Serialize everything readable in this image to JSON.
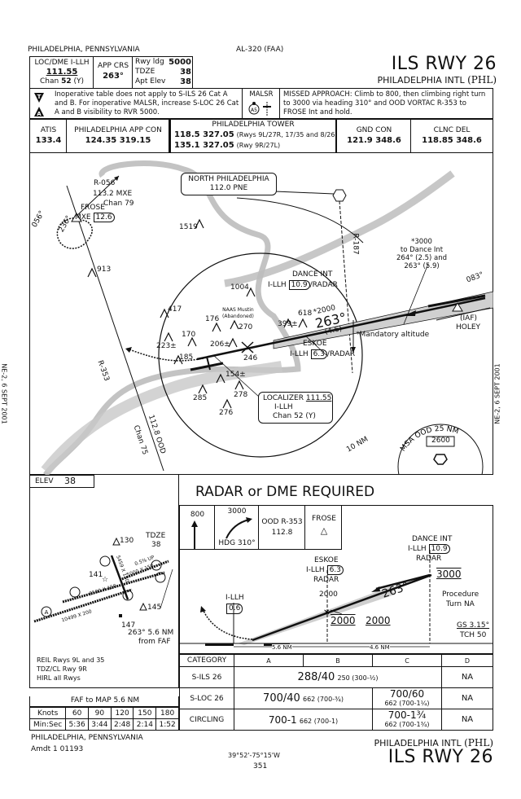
{
  "header": {
    "location": "PHILADELPHIA, PENNSYLVANIA",
    "chart_id": "AL-320 (FAA)",
    "procedure_title": "ILS RWY 26",
    "airport_name": "PHILADELPHIA INTL",
    "airport_id": "(PHL)"
  },
  "briefing": {
    "loc_label": "LOC/DME I-LLH",
    "loc_freq": "111.55",
    "loc_chan_prefix": "Chan",
    "loc_chan": "52",
    "loc_chan_suffix": "(Y)",
    "app_crs_label": "APP CRS",
    "app_crs": "263°",
    "rwy_ldg_label": "Rwy ldg",
    "rwy_ldg": "5000",
    "tdze_label": "TDZE",
    "tdze": "38",
    "apt_elev_label": "Apt Elev",
    "apt_elev": "38",
    "notes": "Inoperative table does not apply to S-ILS 26 Cat A and B.  For inoperative MALSR, increase S-LOC 26 Cat A and B visibility to RVR 5000.",
    "lighting_label": "MALSR",
    "missed_approach": "MISSED APPROACH:  Climb to 800, then climbing right turn to 3000 via heading 310° and OOD VORTAC R-353 to FROSE Int and hold."
  },
  "comms": [
    {
      "label": "ATIS",
      "freqs": "133.4"
    },
    {
      "label": "PHILADELPHIA APP CON",
      "freqs": "124.35  319.15"
    },
    {
      "label": "PHILADELPHIA TOWER",
      "line1": "118.5  327.05",
      "line1_note": "(Rwys 9L/27R, 17/35 and 8/26)",
      "line2": "135.1  327.05",
      "line2_note": "(Rwy 9R/27L)"
    },
    {
      "label": "GND CON",
      "freqs": "121.9  348.6"
    },
    {
      "label": "CLNC DEL",
      "freqs": "118.85  348.6"
    }
  ],
  "plan": {
    "mxe_vor": "113.2 MXE",
    "mxe_chan": "Chan 79",
    "r056": "R-056",
    "hold_inbound": "056°",
    "hold_outbound": "236°",
    "frose": "FROSE",
    "frose_mxe": "MXE",
    "frose_dme": "12.6",
    "pne_name": "NORTH PHILADELPHIA",
    "pne_freq": "112.0 PNE",
    "r187": "R-187",
    "r353": "R-353",
    "ood_vor": "112.8 OOD",
    "ood_chan": "Chan 75",
    "transition_note_1": "*3000",
    "transition_note_2": "to Dance Int",
    "transition_note_3": "264° (2.5) and",
    "transition_note_4": "263° (5.9)",
    "holey_crs": "083°",
    "holey_iaf": "(IAF)",
    "holey": "HOLEY",
    "dance_int": "DANCE INT",
    "dance_ident": "I-LLH",
    "dance_dme": "10.9",
    "dance_radar": "/RADAR",
    "alt_2000": "*2000",
    "crs_263": "263°",
    "dist_46": "(4.6)",
    "mandatory": "*Mandatory altitude",
    "eskoe": "ESKOE",
    "eskoe_ident": "I-LLH",
    "eskoe_dme": "6.3",
    "eskoe_radar": "/RADAR",
    "naas_1": "NAAS Mustin",
    "naas_2": "(Abandoned)",
    "loc_box_label": "LOCALIZER",
    "loc_box_freq": "111.55",
    "loc_box_ident": "I-LLH",
    "loc_box_chan": "Chan 52 (Y)",
    "ring_label": "10 NM",
    "msa_label": "MSA OOD 25 NM",
    "msa_alt": "2600",
    "left_margin": "NE-2, 6 SEPT 2001",
    "right_margin": "NE-2, 6 SEPT 2001",
    "obstacles": [
      {
        "label": "1519"
      },
      {
        "label": "913"
      },
      {
        "label": "1004"
      },
      {
        "label": "417"
      },
      {
        "label": "176"
      },
      {
        "label": "270"
      },
      {
        "label": "170"
      },
      {
        "label": "223±"
      },
      {
        "label": "206±"
      },
      {
        "label": "399±"
      },
      {
        "label": "618"
      },
      {
        "label": "246"
      },
      {
        "label": "185"
      },
      {
        "label": "154±"
      },
      {
        "label": "285"
      },
      {
        "label": "278"
      },
      {
        "label": "276"
      }
    ]
  },
  "airport": {
    "elev_label": "ELEV",
    "elev": "38",
    "tdze_label": "TDZE",
    "tdze": "38",
    "obst_130": "130",
    "obst_141": "141",
    "obst_145": "145",
    "obst_147": "147",
    "rwy_9r27l": "10499 X 200",
    "rwy_9l27r": "9500 X 150",
    "rwy_826": "5000 X 150",
    "rwy_1735": "5459 X 150",
    "slope": "0.5% UP",
    "rwy_ends": [
      "9L",
      "9R",
      "17",
      "35",
      "27L",
      "27R",
      "26",
      "8"
    ],
    "faf_note_1": "263° 5.6 NM",
    "faf_note_2": "from FAF",
    "notes": [
      "REIL Rwys 9L and 35",
      "TDZ/CL Rwy 9R",
      "HIRL all Rwys"
    ],
    "faf_map_title": "FAF to MAP  5.6 NM",
    "timing_headers": [
      "Knots",
      "60",
      "90",
      "120",
      "150",
      "180"
    ],
    "timing_values": [
      "Min:Sec",
      "5:36",
      "3:44",
      "2:48",
      "2:14",
      "1:52"
    ]
  },
  "profile": {
    "banner": "RADAR or DME REQUIRED",
    "ma_climb": "800",
    "ma_turn_alt": "3000",
    "ma_hdg": "HDG 310°",
    "ma_fix_1": "OOD R-353",
    "ma_fix_2": "112.8",
    "ma_hold": "FROSE",
    "dance_int": "DANCE INT",
    "dance_ident": "I-LLH",
    "dance_dme": "10.9",
    "dance_radar": "RADAR",
    "dance_alt": "3000",
    "eskoe": "ESKOE",
    "eskoe_ident": "I-LLH",
    "eskoe_dme": "6.3",
    "eskoe_radar": "RADAR",
    "eskoe_gs_alt": "2000",
    "eskoe_alt_a": "2000",
    "eskoe_alt_b": "2000",
    "crs": "263°",
    "map_ident": "I-LLH",
    "map_dme": "0.6",
    "pt_na_1": "Procedure",
    "pt_na_2": "Turn NA",
    "gs": "GS 3.15°",
    "tch": "TCH 50",
    "dist_1": "5.6 NM",
    "dist_2": "4.6 NM"
  },
  "minimums": {
    "headers": [
      "CATEGORY",
      "A",
      "B",
      "C",
      "D"
    ],
    "rows": [
      {
        "label": "S-ILS 26",
        "ab_main": "288/40",
        "ab_sub": "250 (300-½)",
        "d": "NA"
      },
      {
        "label": "S-LOC 26",
        "ab_main": "700/40",
        "ab_sub": "662 (700-¾)",
        "c_main": "700/60",
        "c_sub": "662 (700-1¼)",
        "d": "NA"
      },
      {
        "label": "CIRCLING",
        "ab_main": "700-1",
        "ab_sub": "662 (700-1)",
        "c_main": "700-1¾",
        "c_sub": "662 (700-1¾)",
        "d": "NA"
      }
    ]
  },
  "footer": {
    "location": "PHILADELPHIA, PENNSYLVANIA",
    "amendment": "Amdt 1  01193",
    "coords": "39°52'-75°15'W",
    "page": "351",
    "airport_name": "PHILADELPHIA INTL",
    "airport_id": "(PHL)",
    "procedure_title": "ILS RWY 26"
  }
}
